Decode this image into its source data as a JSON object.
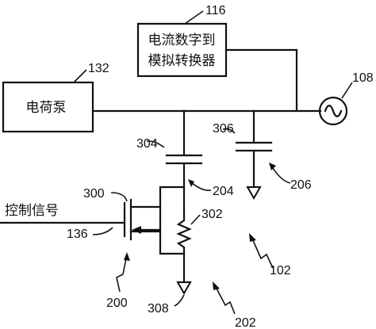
{
  "blocks": {
    "dac_line1": "电流数字到",
    "dac_line2": "模拟转换器",
    "charge_pump": "电荷泵"
  },
  "signals": {
    "control": "控制信号"
  },
  "refs": {
    "dac": "116",
    "charge_pump": "132",
    "ac_source": "108",
    "cap_a": "304",
    "cap_b": "306",
    "transistor": "300",
    "resistor": "302",
    "node_a": "204",
    "node_b": "206",
    "control_line": "136",
    "circuit": "102",
    "ground": "308",
    "arrow_left": "200",
    "arrow_right": "202"
  },
  "icons": [
    "ac-source-icon",
    "ground-icon",
    "capacitor-icon",
    "resistor-icon",
    "transistor-icon"
  ]
}
